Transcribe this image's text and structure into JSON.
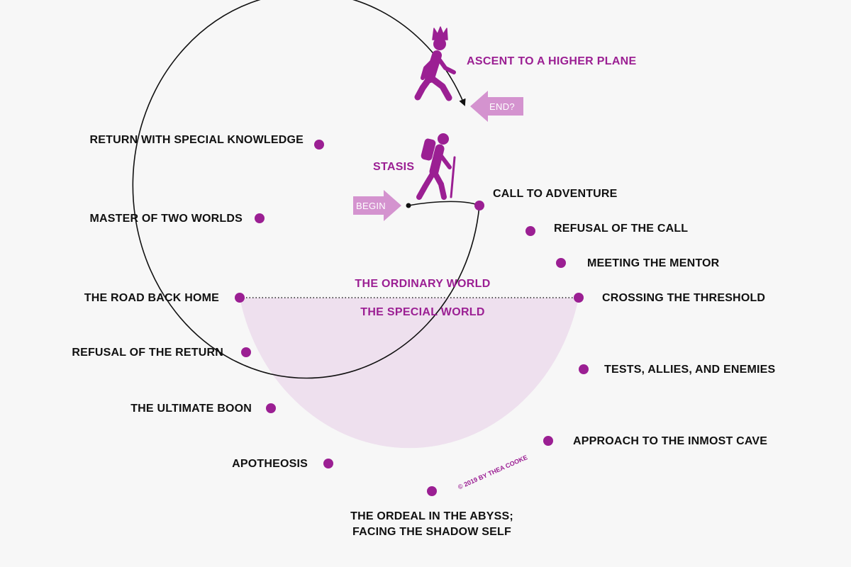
{
  "colors": {
    "accent": "#9b1f93",
    "arrow": "#d493cf",
    "special_world_fill": "#eee0ee",
    "text": "#111111",
    "background": "#f7f7f7"
  },
  "title_top": "ASCENT TO A HIGHER PLANE",
  "stasis": "STASIS",
  "arrows": {
    "begin": "BEGIN",
    "end": "END?"
  },
  "worlds": {
    "ordinary": "THE ORDINARY WORLD",
    "special": "THE SPECIAL WORLD"
  },
  "stages": {
    "call_to_adventure": "CALL TO ADVENTURE",
    "refusal_of_the_call": "REFUSAL OF THE CALL",
    "meeting_the_mentor": "MEETING THE MENTOR",
    "crossing_the_threshold": "CROSSING THE THRESHOLD",
    "tests_allies_enemies": "TESTS, ALLIES, AND ENEMIES",
    "approach_inmost_cave": "APPROACH TO THE INMOST CAVE",
    "ordeal_line1": "THE ORDEAL IN THE ABYSS;",
    "ordeal_line2": "FACING THE SHADOW SELF",
    "apotheosis": "APOTHEOSIS",
    "ultimate_boon": "THE ULTIMATE BOON",
    "refusal_of_the_return": "REFUSAL OF THE RETURN",
    "road_back_home": "THE ROAD BACK HOME",
    "master_two_worlds": "MASTER OF TWO WORLDS",
    "return_special_knowledge": "RETURN WITH SPECIAL KNOWLEDGE"
  },
  "copyright": "© 2019 BY THEA COOKE",
  "icons": {
    "hiker": "hiker-icon",
    "crowned_walker": "crowned-walker-icon"
  }
}
